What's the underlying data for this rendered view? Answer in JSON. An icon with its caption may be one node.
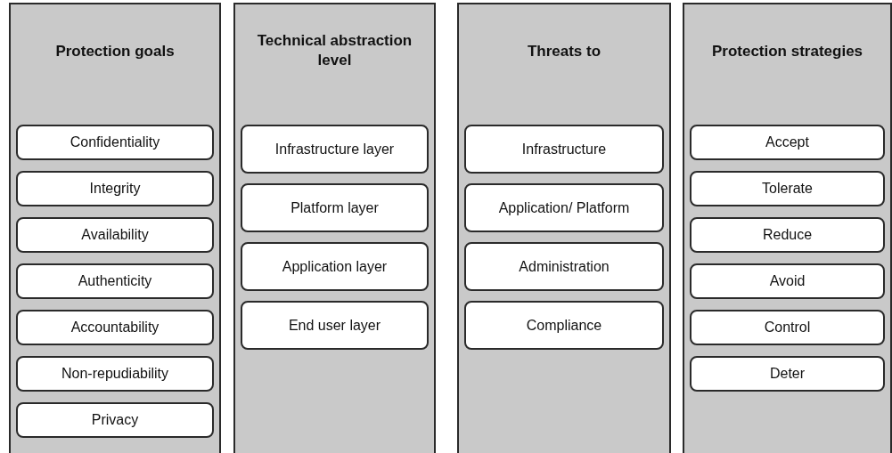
{
  "diagram": {
    "nodes": [
      {
        "text": [
          "Protection goals"
        ]
      },
      {
        "text": [
          "Confidentiality"
        ],
        "in": 0
      },
      {
        "text": [
          "Integrity"
        ],
        "in": 0
      },
      {
        "text": [
          "Availability"
        ],
        "in": 0
      },
      {
        "text": [
          "Authenticity"
        ],
        "in": 0
      },
      {
        "text": [
          "Accountability"
        ],
        "in": 0
      },
      {
        "text": [
          "Non-repudiability"
        ],
        "in": 0
      },
      {
        "text": [
          "Privacy"
        ],
        "in": 0
      },
      {
        "text": [
          "Technical abstraction level"
        ]
      },
      {
        "text": [
          "Infrastructure layer"
        ],
        "in": 8
      },
      {
        "text": [
          "Platform layer"
        ],
        "in": 8
      },
      {
        "text": [
          "Application layer"
        ],
        "in": 8
      },
      {
        "text": [
          "End user layer"
        ],
        "in": 8
      },
      {
        "text": [
          "Threats to"
        ]
      },
      {
        "text": [
          "Infrastructure"
        ],
        "in": 13
      },
      {
        "text": [
          "Application/ Platform"
        ],
        "in": 13
      },
      {
        "text": [
          "Administration"
        ],
        "in": 13
      },
      {
        "text": [
          "Compliance"
        ],
        "in": 13
      },
      {
        "text": [
          "Protection strategies"
        ]
      },
      {
        "text": [
          "Accept"
        ],
        "in": 18
      },
      {
        "text": [
          "Tolerate"
        ],
        "in": 18
      },
      {
        "text": [
          "Reduce"
        ],
        "in": 18
      },
      {
        "text": [
          "Avoid"
        ],
        "in": 18
      },
      {
        "text": [
          "Control"
        ],
        "in": 18
      },
      {
        "text": [
          "Deter"
        ],
        "in": 18
      }
    ]
  }
}
